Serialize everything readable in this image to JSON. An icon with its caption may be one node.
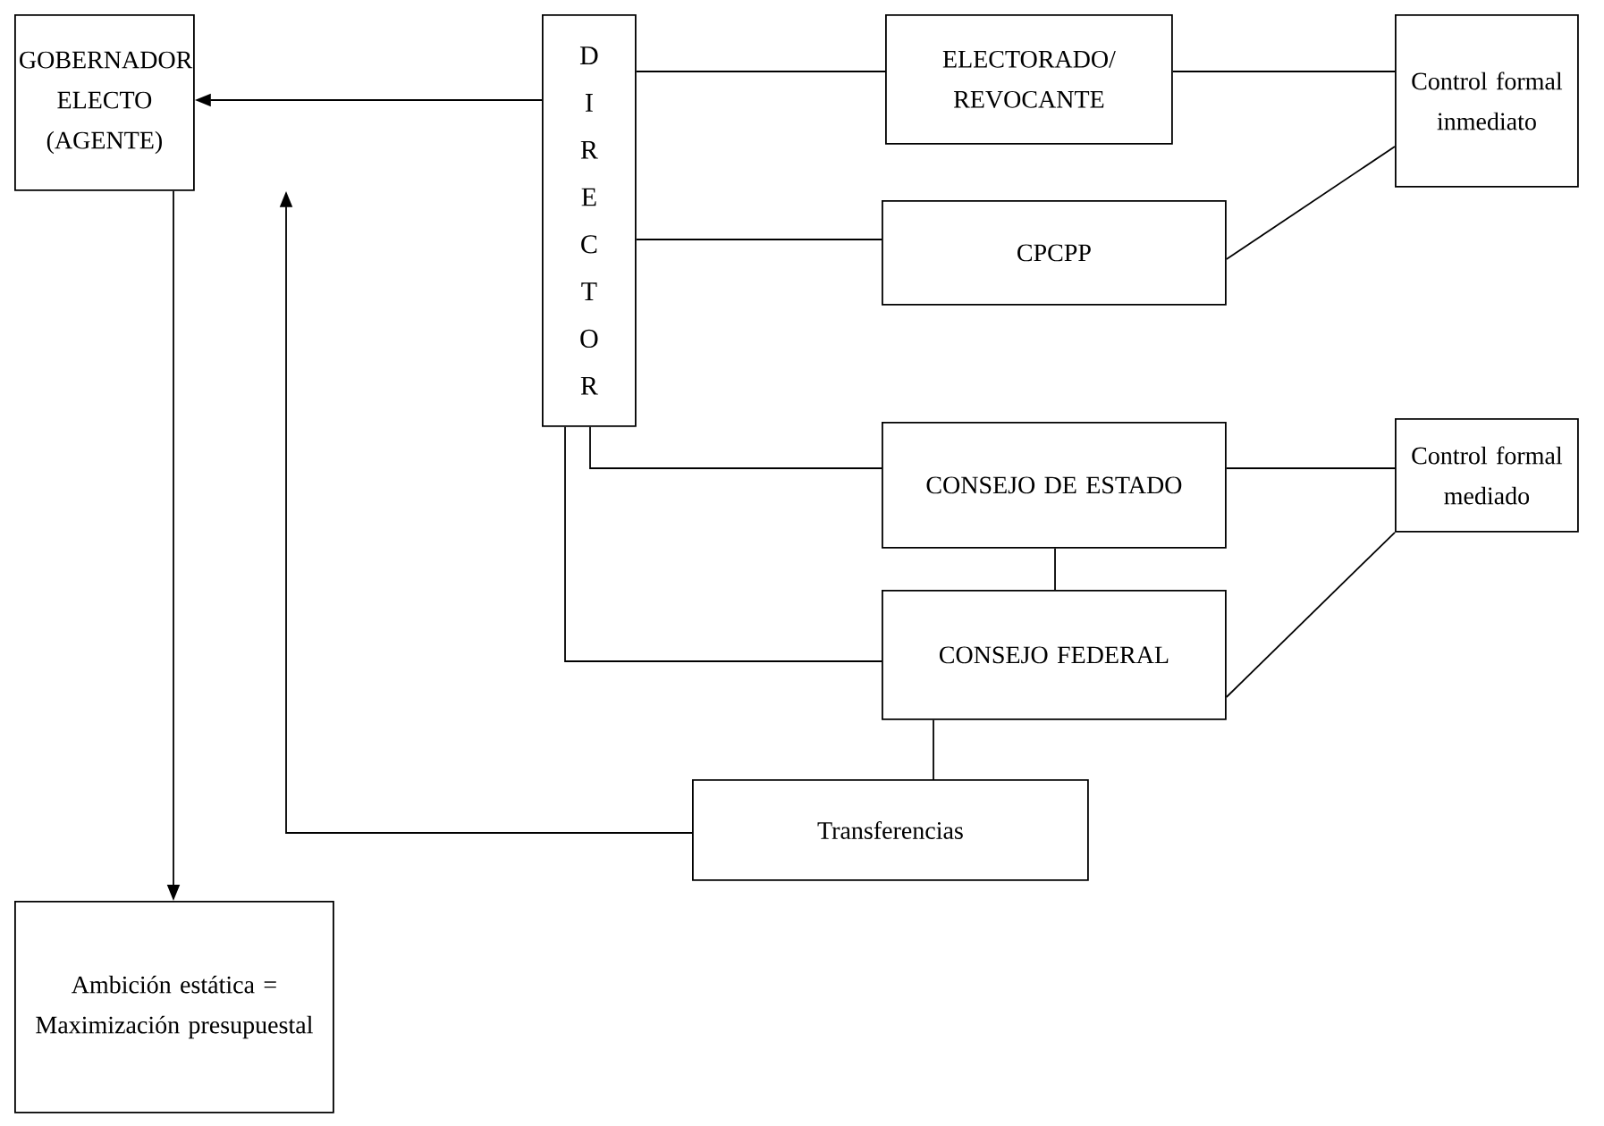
{
  "diagram": {
    "nodes": [
      {
        "text": [
          "GOBERNADOR ELECTO (AGENTE)"
        ]
      },
      {
        "text": [
          "DIRECTOR"
        ]
      },
      {
        "text": [
          "ELECTORADO/ REVOCANTE"
        ]
      },
      {
        "text": [
          "Control formal inmediato"
        ]
      },
      {
        "text": [
          "CPCPP"
        ]
      },
      {
        "text": [
          "Control formal mediado"
        ]
      },
      {
        "text": [
          "CONSEJO DE ESTADO"
        ]
      },
      {
        "text": [
          "CONSEJO FEDERAL"
        ]
      },
      {
        "text": [
          "Transferencias"
        ]
      },
      {
        "text": [
          "Ambición estática = Maximización presupuestal"
        ]
      }
    ],
    "edges": [
      {
        "from": 1,
        "to": 0,
        "arrow": "to"
      },
      {
        "from": 1,
        "to": 2,
        "arrow": "none"
      },
      {
        "from": 2,
        "to": 3,
        "arrow": "none"
      },
      {
        "from": 1,
        "to": 4,
        "arrow": "none"
      },
      {
        "from": 4,
        "to": 3,
        "arrow": "none"
      },
      {
        "from": 1,
        "to": 6,
        "arrow": "none"
      },
      {
        "from": 6,
        "to": 5,
        "arrow": "none"
      },
      {
        "from": 6,
        "to": 7,
        "arrow": "none"
      },
      {
        "from": 1,
        "to": 7,
        "arrow": "none"
      },
      {
        "from": 7,
        "to": 5,
        "arrow": "none"
      },
      {
        "from": 7,
        "to": 8,
        "arrow": "none"
      },
      {
        "from": 8,
        "to": 0,
        "arrow": "to"
      },
      {
        "from": 0,
        "to": 9,
        "arrow": "to"
      }
    ]
  }
}
